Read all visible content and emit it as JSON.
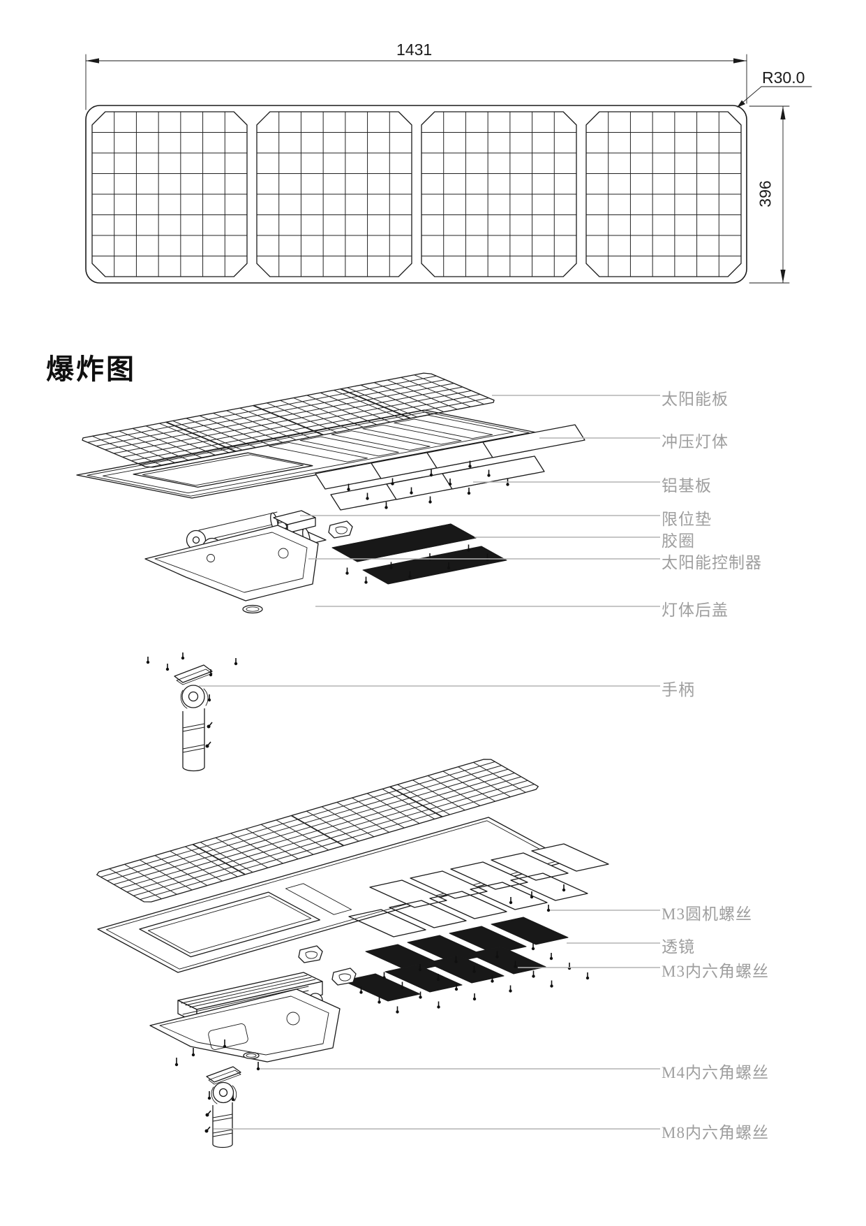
{
  "dimension_drawing": {
    "width_label": "1431",
    "corner_radius_label": "R30.0",
    "height_label": "396"
  },
  "exploded_view": {
    "title": "爆炸图",
    "labels_view1": [
      "太阳能板",
      "冲压灯体",
      "铝基板",
      "限位垫",
      "胶圈",
      "太阳能控制器",
      "灯体后盖",
      "手柄"
    ],
    "labels_view2": [
      "M3圆机螺丝",
      "透镜",
      "M3内六角螺丝",
      "M4内六角螺丝",
      "M8内六角螺丝"
    ]
  },
  "colors": {
    "line": "#1a1a1a",
    "leader": "#b3b3b3",
    "label_text": "#9e9e9e",
    "dim_text": "#1a1a1a"
  }
}
